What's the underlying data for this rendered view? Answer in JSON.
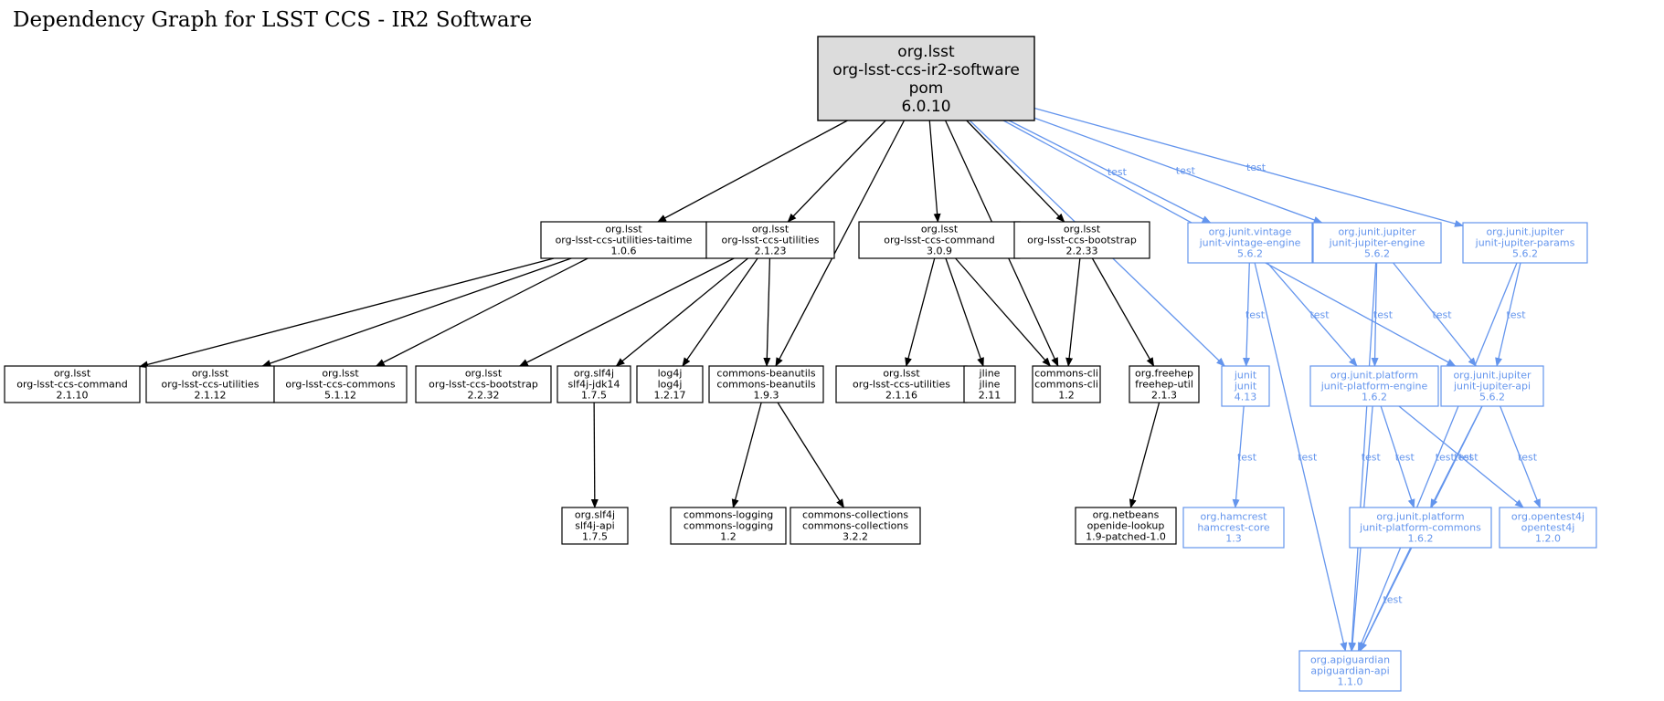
{
  "title": "Dependency Graph for LSST CCS - IR2 Software",
  "colors": {
    "compile": "#000000",
    "test": "#6495ed",
    "root_fill": "#dcdcdc",
    "node_fill": "#ffffff"
  },
  "edge_label_test": "test",
  "nodes": [
    {
      "id": "root",
      "lines": [
        "org.lsst",
        "org-lsst-ccs-ir2-software",
        "pom",
        "6.0.10"
      ],
      "scope": "root"
    },
    {
      "id": "taitime",
      "lines": [
        "org.lsst",
        "org-lsst-ccs-utilities-taitime",
        "1.0.6"
      ],
      "scope": "compile"
    },
    {
      "id": "util2123",
      "lines": [
        "org.lsst",
        "org-lsst-ccs-utilities",
        "2.1.23"
      ],
      "scope": "compile"
    },
    {
      "id": "cmd309",
      "lines": [
        "org.lsst",
        "org-lsst-ccs-command",
        "3.0.9"
      ],
      "scope": "compile"
    },
    {
      "id": "boot2233",
      "lines": [
        "org.lsst",
        "org-lsst-ccs-bootstrap",
        "2.2.33"
      ],
      "scope": "compile"
    },
    {
      "id": "vintage",
      "lines": [
        "org.junit.vintage",
        "junit-vintage-engine",
        "5.6.2"
      ],
      "scope": "test"
    },
    {
      "id": "jupeng",
      "lines": [
        "org.junit.jupiter",
        "junit-jupiter-engine",
        "5.6.2"
      ],
      "scope": "test"
    },
    {
      "id": "juppar",
      "lines": [
        "org.junit.jupiter",
        "junit-jupiter-params",
        "5.6.2"
      ],
      "scope": "test"
    },
    {
      "id": "cmd2110",
      "lines": [
        "org.lsst",
        "org-lsst-ccs-command",
        "2.1.10"
      ],
      "scope": "compile"
    },
    {
      "id": "util2112",
      "lines": [
        "org.lsst",
        "org-lsst-ccs-utilities",
        "2.1.12"
      ],
      "scope": "compile"
    },
    {
      "id": "commons5112",
      "lines": [
        "org.lsst",
        "org-lsst-ccs-commons",
        "5.1.12"
      ],
      "scope": "compile"
    },
    {
      "id": "boot2232",
      "lines": [
        "org.lsst",
        "org-lsst-ccs-bootstrap",
        "2.2.32"
      ],
      "scope": "compile"
    },
    {
      "id": "slf4jjdk",
      "lines": [
        "org.slf4j",
        "slf4j-jdk14",
        "1.7.5"
      ],
      "scope": "compile"
    },
    {
      "id": "log4j",
      "lines": [
        "log4j",
        "log4j",
        "1.2.17"
      ],
      "scope": "compile"
    },
    {
      "id": "beanutils",
      "lines": [
        "commons-beanutils",
        "commons-beanutils",
        "1.9.3"
      ],
      "scope": "compile"
    },
    {
      "id": "util2116",
      "lines": [
        "org.lsst",
        "org-lsst-ccs-utilities",
        "2.1.16"
      ],
      "scope": "compile"
    },
    {
      "id": "jline",
      "lines": [
        "jline",
        "jline",
        "2.11"
      ],
      "scope": "compile"
    },
    {
      "id": "cli",
      "lines": [
        "commons-cli",
        "commons-cli",
        "1.2"
      ],
      "scope": "compile"
    },
    {
      "id": "freehep",
      "lines": [
        "org.freehep",
        "freehep-util",
        "2.1.3"
      ],
      "scope": "compile"
    },
    {
      "id": "junit",
      "lines": [
        "junit",
        "junit",
        "4.13"
      ],
      "scope": "test"
    },
    {
      "id": "plateng",
      "lines": [
        "org.junit.platform",
        "junit-platform-engine",
        "1.6.2"
      ],
      "scope": "test"
    },
    {
      "id": "jupapi",
      "lines": [
        "org.junit.jupiter",
        "junit-jupiter-api",
        "5.6.2"
      ],
      "scope": "test"
    },
    {
      "id": "slf4japi",
      "lines": [
        "org.slf4j",
        "slf4j-api",
        "1.7.5"
      ],
      "scope": "compile"
    },
    {
      "id": "logging",
      "lines": [
        "commons-logging",
        "commons-logging",
        "1.2"
      ],
      "scope": "compile"
    },
    {
      "id": "collections",
      "lines": [
        "commons-collections",
        "commons-collections",
        "3.2.2"
      ],
      "scope": "compile"
    },
    {
      "id": "openide",
      "lines": [
        "org.netbeans",
        "openide-lookup",
        "1.9-patched-1.0"
      ],
      "scope": "compile"
    },
    {
      "id": "hamcrest",
      "lines": [
        "org.hamcrest",
        "hamcrest-core",
        "1.3"
      ],
      "scope": "test"
    },
    {
      "id": "platcom",
      "lines": [
        "org.junit.platform",
        "junit-platform-commons",
        "1.6.2"
      ],
      "scope": "test"
    },
    {
      "id": "opentest",
      "lines": [
        "org.opentest4j",
        "opentest4j",
        "1.2.0"
      ],
      "scope": "test"
    },
    {
      "id": "apiguard",
      "lines": [
        "org.apiguardian",
        "apiguardian-api",
        "1.1.0"
      ],
      "scope": "test"
    }
  ],
  "edges": [
    {
      "from": "root",
      "to": "taitime",
      "scope": "compile"
    },
    {
      "from": "root",
      "to": "util2123",
      "scope": "compile"
    },
    {
      "from": "root",
      "to": "beanutils",
      "scope": "compile"
    },
    {
      "from": "root",
      "to": "cmd309",
      "scope": "compile"
    },
    {
      "from": "root",
      "to": "cli",
      "scope": "compile"
    },
    {
      "from": "root",
      "to": "boot2233",
      "scope": "compile"
    },
    {
      "from": "root",
      "to": "junit",
      "scope": "test"
    },
    {
      "from": "root",
      "to": "vintage",
      "scope": "test"
    },
    {
      "from": "root",
      "to": "jupeng",
      "scope": "test"
    },
    {
      "from": "root",
      "to": "jupapi",
      "scope": "test"
    },
    {
      "from": "root",
      "to": "juppar",
      "scope": "test"
    },
    {
      "from": "taitime",
      "to": "cmd2110",
      "scope": "compile"
    },
    {
      "from": "taitime",
      "to": "util2112",
      "scope": "compile"
    },
    {
      "from": "taitime",
      "to": "commons5112",
      "scope": "compile"
    },
    {
      "from": "util2123",
      "to": "boot2232",
      "scope": "compile"
    },
    {
      "from": "util2123",
      "to": "slf4jjdk",
      "scope": "compile"
    },
    {
      "from": "util2123",
      "to": "log4j",
      "scope": "compile"
    },
    {
      "from": "util2123",
      "to": "beanutils",
      "scope": "compile"
    },
    {
      "from": "cmd309",
      "to": "util2116",
      "scope": "compile"
    },
    {
      "from": "cmd309",
      "to": "jline",
      "scope": "compile"
    },
    {
      "from": "cmd309",
      "to": "cli",
      "scope": "compile"
    },
    {
      "from": "boot2233",
      "to": "cli",
      "scope": "compile"
    },
    {
      "from": "boot2233",
      "to": "freehep",
      "scope": "compile"
    },
    {
      "from": "slf4jjdk",
      "to": "slf4japi",
      "scope": "compile"
    },
    {
      "from": "beanutils",
      "to": "logging",
      "scope": "compile"
    },
    {
      "from": "beanutils",
      "to": "collections",
      "scope": "compile"
    },
    {
      "from": "freehep",
      "to": "openide",
      "scope": "compile"
    },
    {
      "from": "vintage",
      "to": "junit",
      "scope": "test"
    },
    {
      "from": "vintage",
      "to": "plateng",
      "scope": "test"
    },
    {
      "from": "vintage",
      "to": "apiguard",
      "scope": "test"
    },
    {
      "from": "jupeng",
      "to": "apiguard",
      "scope": "test"
    },
    {
      "from": "jupeng",
      "to": "plateng",
      "scope": "test"
    },
    {
      "from": "jupeng",
      "to": "jupapi",
      "scope": "test"
    },
    {
      "from": "juppar",
      "to": "jupapi",
      "scope": "test"
    },
    {
      "from": "juppar",
      "to": "apiguard",
      "scope": "test"
    },
    {
      "from": "junit",
      "to": "hamcrest",
      "scope": "test"
    },
    {
      "from": "plateng",
      "to": "apiguard",
      "scope": "test"
    },
    {
      "from": "plateng",
      "to": "platcom",
      "scope": "test"
    },
    {
      "from": "plateng",
      "to": "opentest",
      "scope": "test"
    },
    {
      "from": "jupapi",
      "to": "platcom",
      "scope": "test"
    },
    {
      "from": "jupapi",
      "to": "opentest",
      "scope": "test"
    },
    {
      "from": "jupapi",
      "to": "apiguard",
      "scope": "test"
    },
    {
      "from": "platcom",
      "to": "apiguard",
      "scope": "test"
    }
  ]
}
